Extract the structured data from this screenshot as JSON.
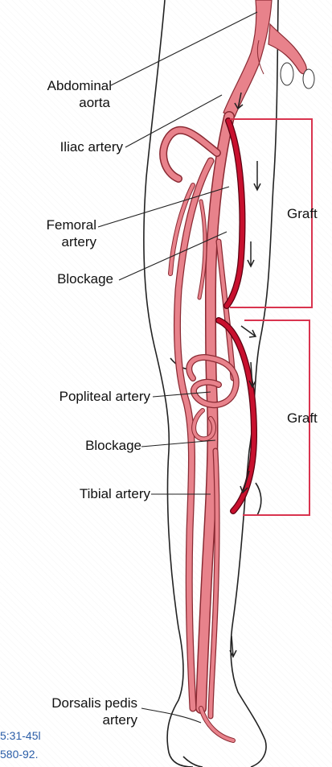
{
  "labels": {
    "abdominal_aorta_line1": "Abdominal",
    "abdominal_aorta_line2": "aorta",
    "iliac_artery": "Iliac artery",
    "femoral_artery_line1": "Femoral",
    "femoral_artery_line2": "artery",
    "blockage_upper": "Blockage",
    "popliteal_artery": "Popliteal artery",
    "blockage_lower": "Blockage",
    "tibial_artery": "Tibial artery",
    "dorsalis_line1": "Dorsalis pedis",
    "dorsalis_line2": "artery",
    "graft_upper": "Graft",
    "graft_lower": "Graft"
  },
  "citation": {
    "line1": "5:31-45l",
    "line2": "580-92."
  },
  "colors": {
    "artery": "#e8828b",
    "artery_outline": "#8a2a33",
    "graft": "#c8102e",
    "bracket": "#d9344f",
    "skin_outline": "#222222"
  }
}
